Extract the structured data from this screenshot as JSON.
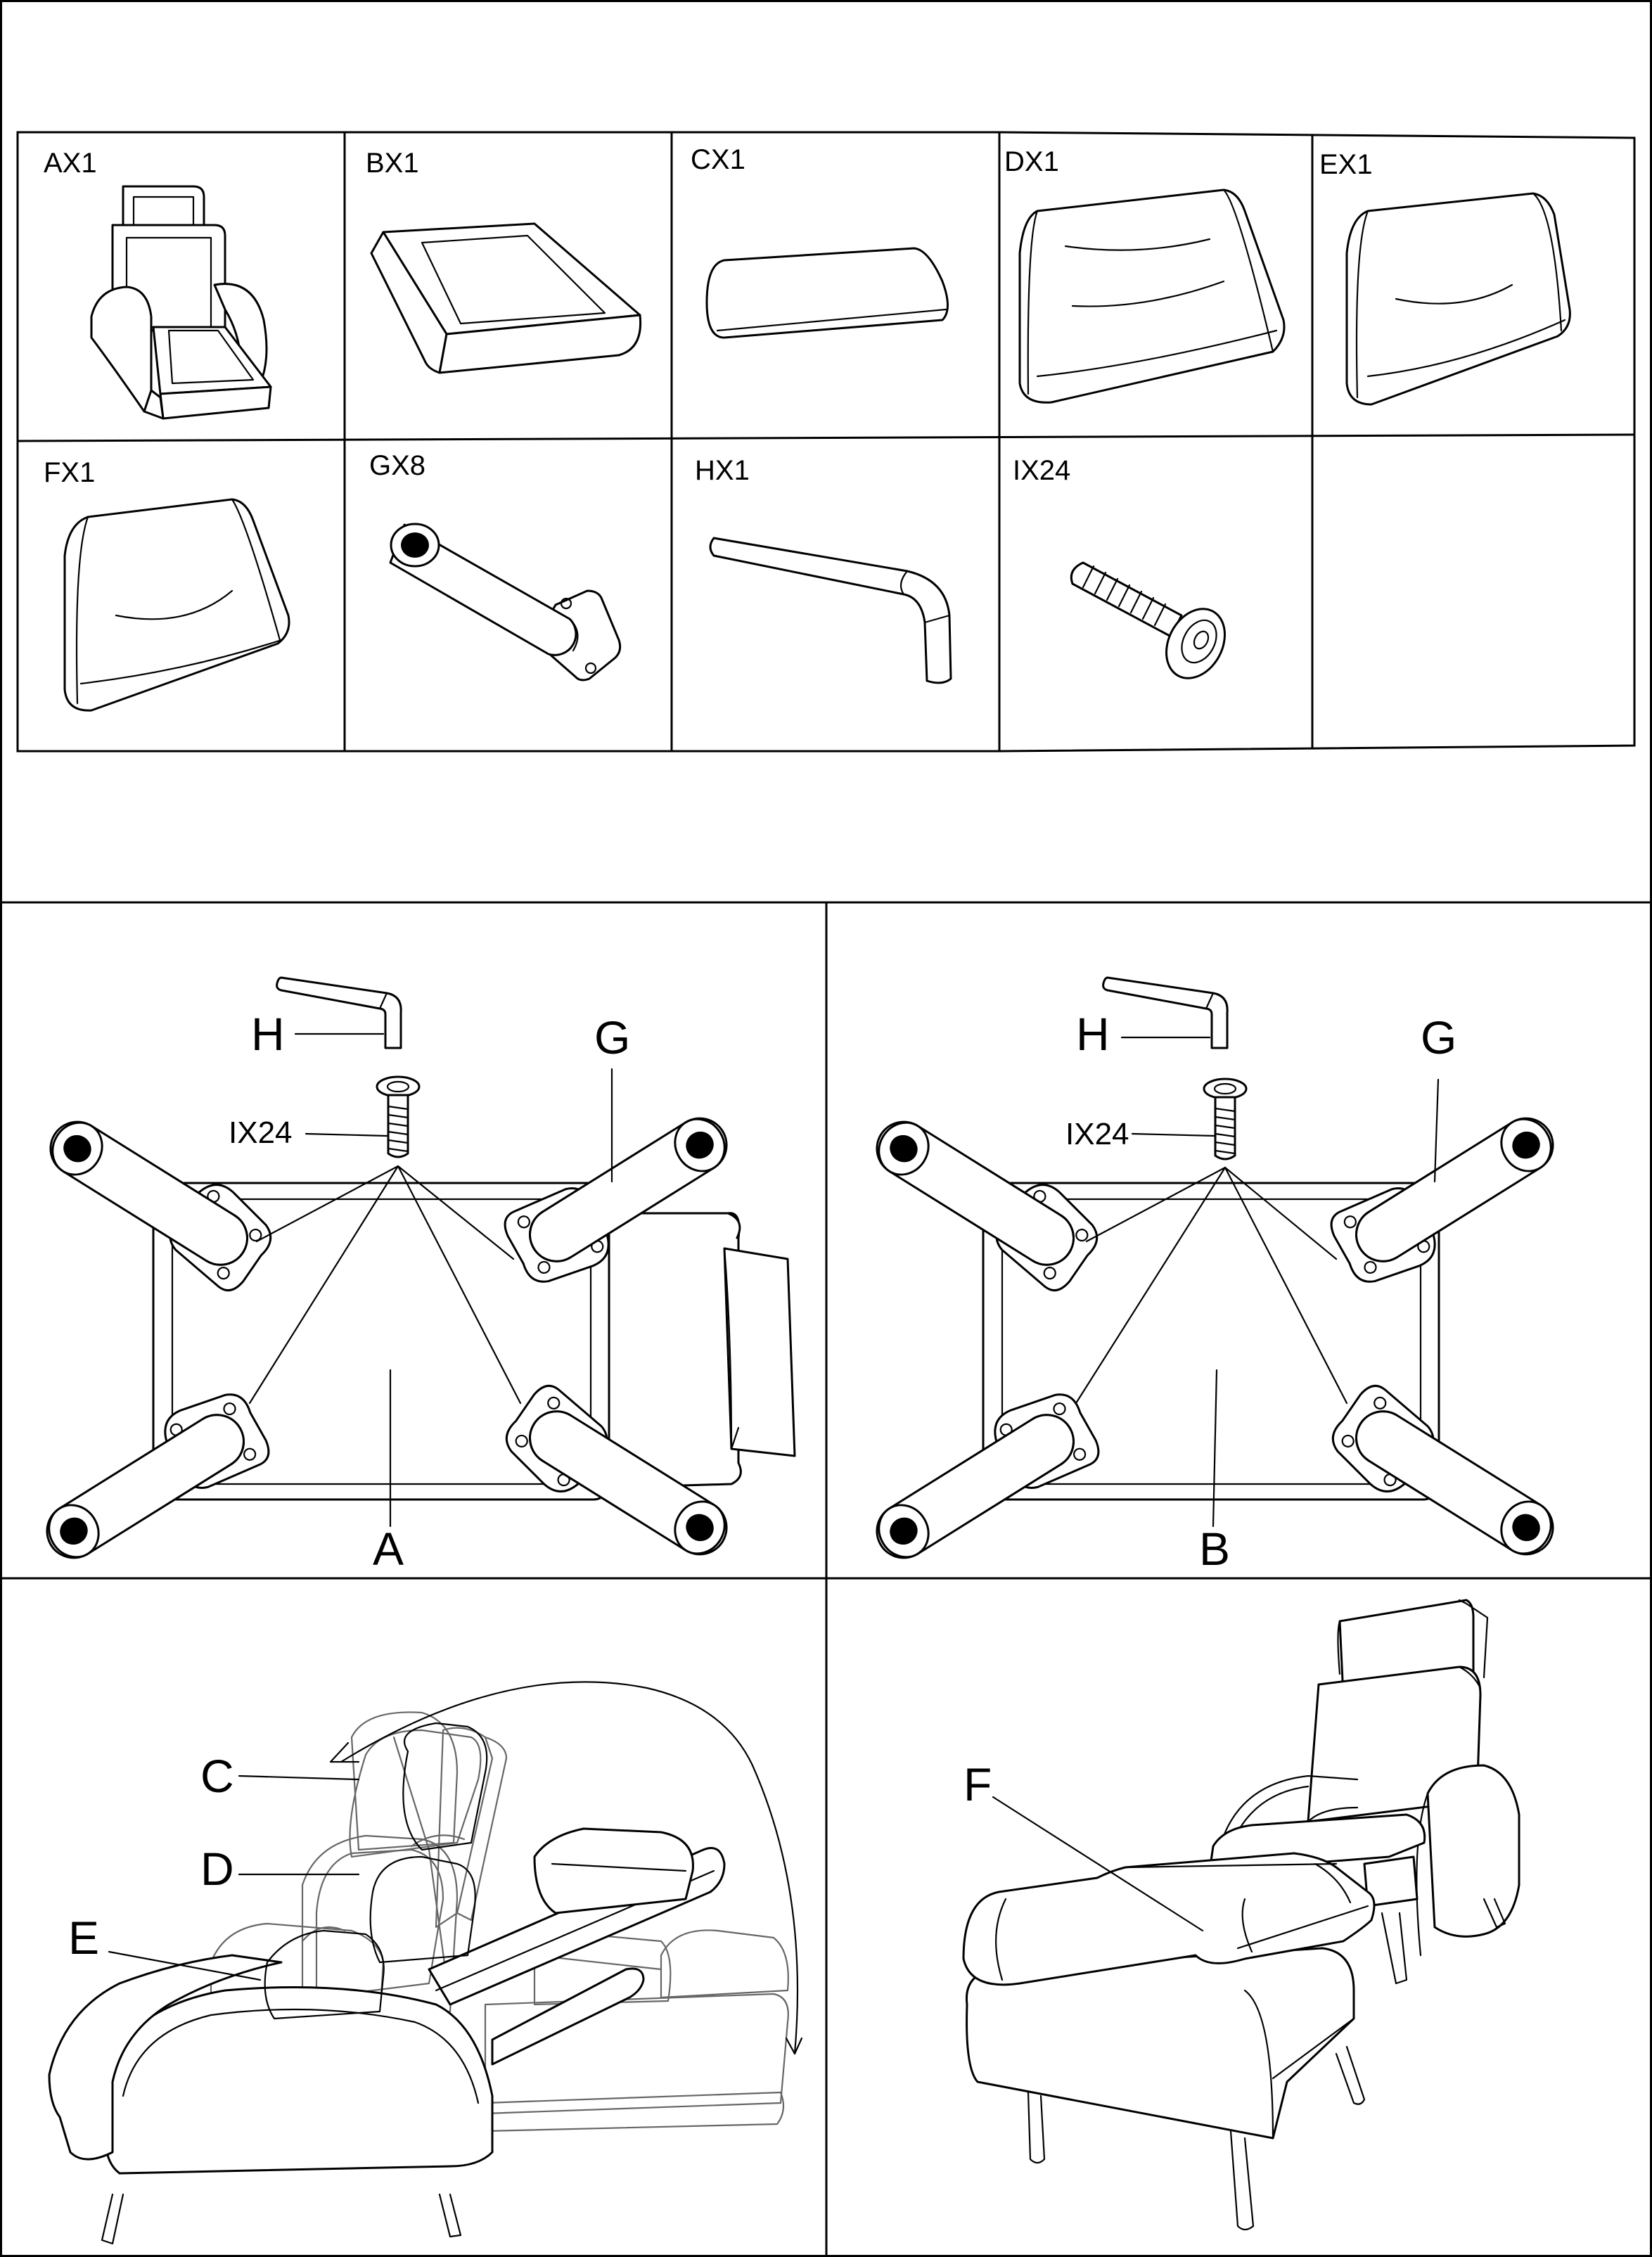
{
  "parts": [
    {
      "code": "AX1"
    },
    {
      "code": "BX1"
    },
    {
      "code": "CX1"
    },
    {
      "code": "DX1"
    },
    {
      "code": "EX1"
    },
    {
      "code": "FX1"
    },
    {
      "code": "GX8"
    },
    {
      "code": "HX1"
    },
    {
      "code": "IX24"
    }
  ],
  "step_a": {
    "wrench": "H",
    "leg": "G",
    "screw": "IX24",
    "frame": "A"
  },
  "step_b": {
    "wrench": "H",
    "leg": "G",
    "screw": "IX24",
    "frame": "B"
  },
  "step_c": {
    "cushion_top": "C",
    "cushion_mid": "D",
    "cushion_low": "E"
  },
  "step_d": {
    "ottoman_cushion": "F"
  }
}
